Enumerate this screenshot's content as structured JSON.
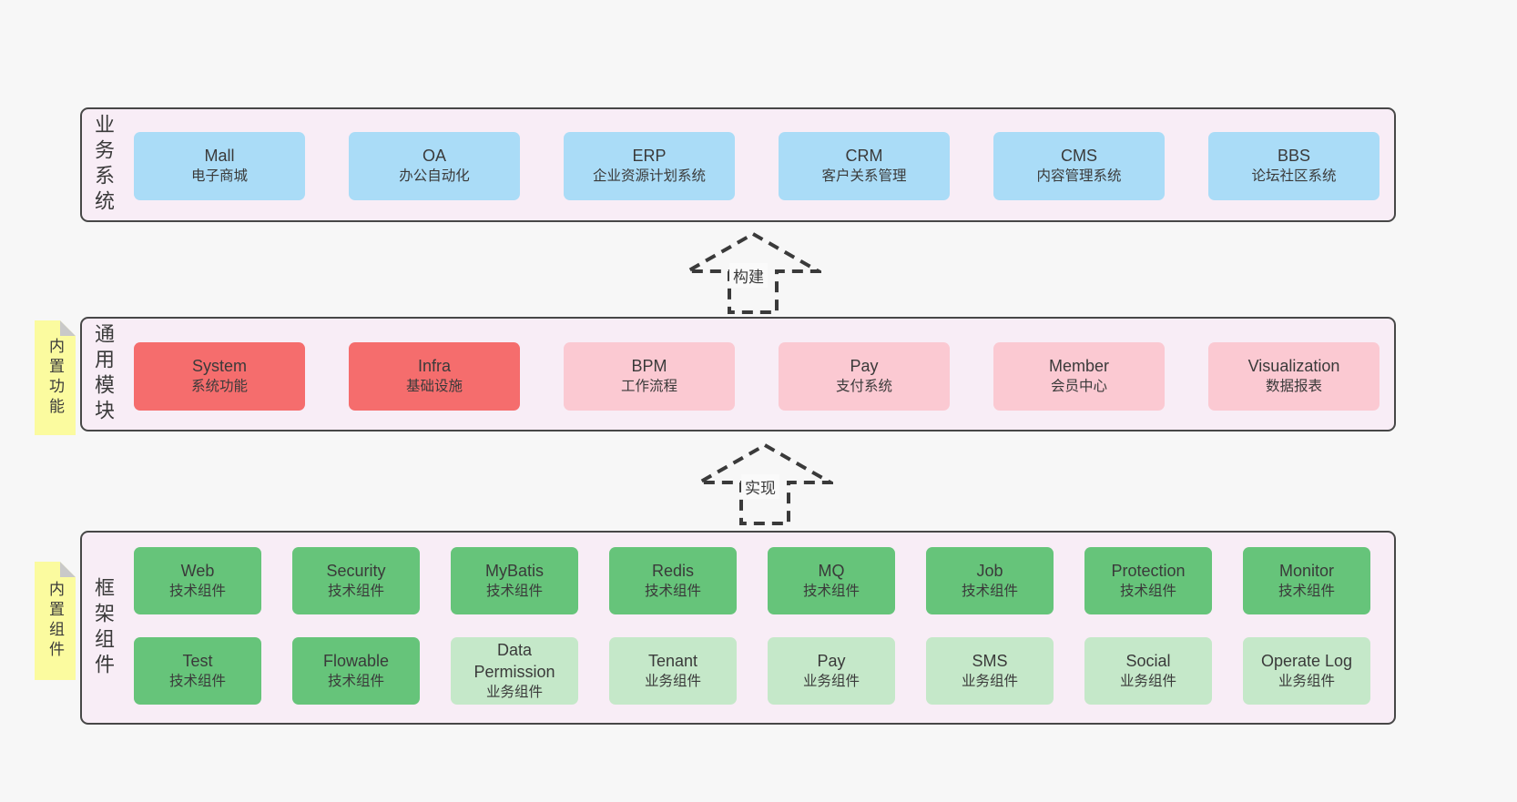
{
  "colors": {
    "page_bg": "#f7f7f7",
    "panel_bg": "#f8edf6",
    "panel_border": "#474747",
    "blue": "#aadcf7",
    "red": "#f56d6d",
    "pink": "#fbc9d2",
    "green_dark": "#66c47a",
    "green_light": "#c5e8c9",
    "sticky_bg": "#fbfb9f",
    "sticky_fold": "#c9c9c9",
    "text": "#3a3a3a"
  },
  "sections": {
    "business": {
      "side_label": "业务系统",
      "boxes": [
        {
          "title": "Mall",
          "subtitle": "电子商城",
          "color": "blue"
        },
        {
          "title": "OA",
          "subtitle": "办公自动化",
          "color": "blue"
        },
        {
          "title": "ERP",
          "subtitle": "企业资源计划系统",
          "color": "blue"
        },
        {
          "title": "CRM",
          "subtitle": "客户关系管理",
          "color": "blue"
        },
        {
          "title": "CMS",
          "subtitle": "内容管理系统",
          "color": "blue"
        },
        {
          "title": "BBS",
          "subtitle": "论坛社区系统",
          "color": "blue"
        }
      ]
    },
    "modules": {
      "side_label": "通用模块",
      "sticky": "内置功能",
      "boxes": [
        {
          "title": "System",
          "subtitle": "系统功能",
          "color": "red"
        },
        {
          "title": "Infra",
          "subtitle": "基础设施",
          "color": "red"
        },
        {
          "title": "BPM",
          "subtitle": "工作流程",
          "color": "pink"
        },
        {
          "title": "Pay",
          "subtitle": "支付系统",
          "color": "pink"
        },
        {
          "title": "Member",
          "subtitle": "会员中心",
          "color": "pink"
        },
        {
          "title": "Visualization",
          "subtitle": "数据报表",
          "color": "pink"
        }
      ]
    },
    "components": {
      "side_label": "框架组件",
      "sticky": "内置组件",
      "rows": [
        [
          {
            "title": "Web",
            "subtitle": "技术组件",
            "color": "green"
          },
          {
            "title": "Security",
            "subtitle": "技术组件",
            "color": "green"
          },
          {
            "title": "MyBatis",
            "subtitle": "技术组件",
            "color": "green"
          },
          {
            "title": "Redis",
            "subtitle": "技术组件",
            "color": "green"
          },
          {
            "title": "MQ",
            "subtitle": "技术组件",
            "color": "green"
          },
          {
            "title": "Job",
            "subtitle": "技术组件",
            "color": "green"
          },
          {
            "title": "Protection",
            "subtitle": "技术组件",
            "color": "green"
          },
          {
            "title": "Monitor",
            "subtitle": "技术组件",
            "color": "green"
          }
        ],
        [
          {
            "title": "Test",
            "subtitle": "技术组件",
            "color": "green"
          },
          {
            "title": "Flowable",
            "subtitle": "技术组件",
            "color": "green"
          },
          {
            "title": "Data Permission",
            "subtitle": "业务组件",
            "color": "lightgreen"
          },
          {
            "title": "Tenant",
            "subtitle": "业务组件",
            "color": "lightgreen"
          },
          {
            "title": "Pay",
            "subtitle": "业务组件",
            "color": "lightgreen"
          },
          {
            "title": "SMS",
            "subtitle": "业务组件",
            "color": "lightgreen"
          },
          {
            "title": "Social",
            "subtitle": "业务组件",
            "color": "lightgreen"
          },
          {
            "title": "Operate Log",
            "subtitle": "业务组件",
            "color": "lightgreen"
          }
        ]
      ]
    }
  },
  "arrows": [
    {
      "label": "构建"
    },
    {
      "label": "实现"
    }
  ]
}
